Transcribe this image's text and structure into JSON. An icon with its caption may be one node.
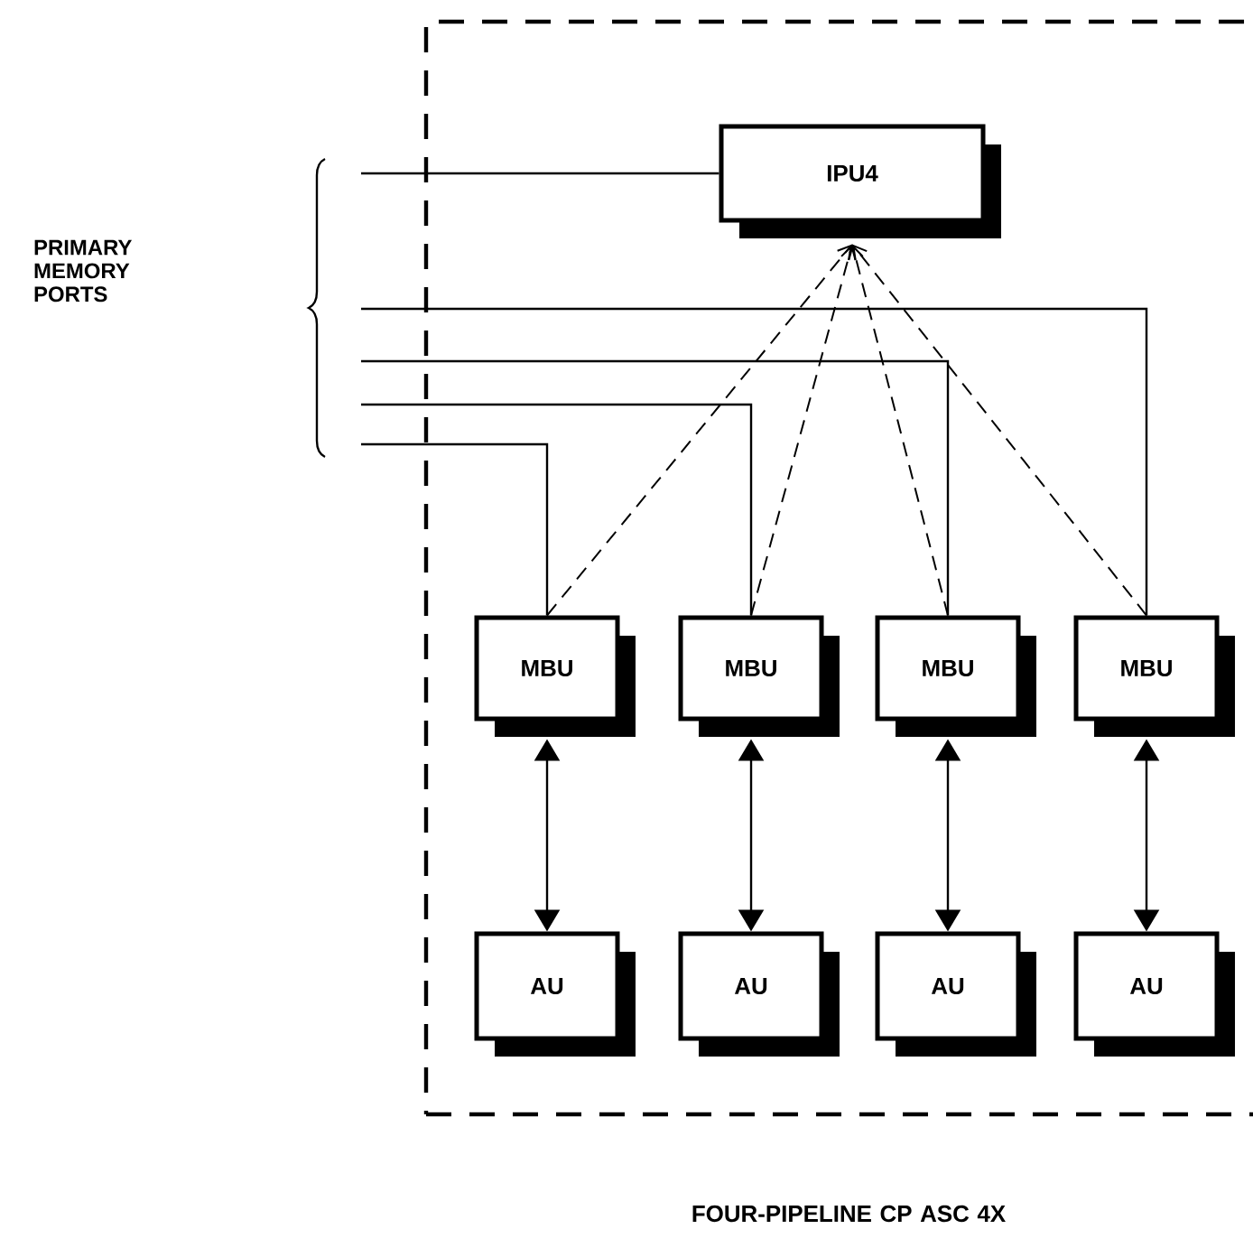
{
  "diagram": {
    "nodes": [
      {
        "text": [
          "FOUR-PIPELINE CP ASC 4X"
        ]
      },
      {
        "text": [
          "IPU4"
        ],
        "in": 0
      },
      {
        "text": [
          "MBU"
        ],
        "in": 0
      },
      {
        "text": [
          "MBU"
        ],
        "in": 0
      },
      {
        "text": [
          "MBU"
        ],
        "in": 0
      },
      {
        "text": [
          "MBU"
        ],
        "in": 0
      },
      {
        "text": [
          "AU"
        ],
        "in": 0
      },
      {
        "text": [
          "AU"
        ],
        "in": 0
      },
      {
        "text": [
          "AU"
        ],
        "in": 0
      },
      {
        "text": [
          "AU"
        ],
        "in": 0
      }
    ],
    "edges": [
      {
        "from": null,
        "to": 1,
        "arrow": "none"
      },
      {
        "from": null,
        "to": 5,
        "arrow": "none"
      },
      {
        "from": null,
        "to": 4,
        "arrow": "none"
      },
      {
        "from": null,
        "to": 3,
        "arrow": "none"
      },
      {
        "from": null,
        "to": 2,
        "arrow": "none"
      },
      {
        "from": 2,
        "to": 1,
        "arrow": "to",
        "style": "dashed"
      },
      {
        "from": 3,
        "to": 1,
        "arrow": "to",
        "style": "dashed"
      },
      {
        "from": 4,
        "to": 1,
        "arrow": "to",
        "style": "dashed"
      },
      {
        "from": 5,
        "to": 1,
        "arrow": "to",
        "style": "dashed"
      },
      {
        "from": 2,
        "to": 6,
        "arrow": "both"
      },
      {
        "from": 3,
        "to": 7,
        "arrow": "both"
      },
      {
        "from": 4,
        "to": 8,
        "arrow": "both"
      },
      {
        "from": 5,
        "to": 9,
        "arrow": "both"
      }
    ],
    "labels": [
      "PRIMARY MEMORY PORTS"
    ]
  }
}
